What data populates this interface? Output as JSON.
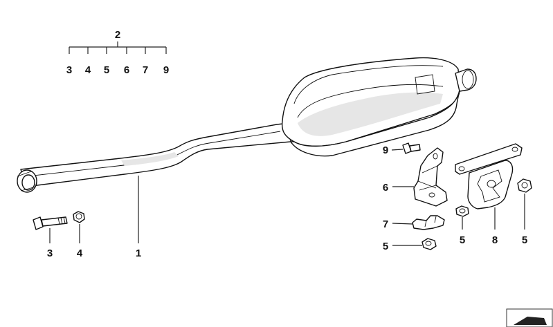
{
  "callouts": {
    "group_header": "2",
    "group_items": [
      "3",
      "4",
      "5",
      "6",
      "7",
      "9"
    ],
    "bolt_left": "3",
    "nut_left": "4",
    "muffler_pipe": "1",
    "bolt_small": "9",
    "bracket": "6",
    "clamp": "7",
    "nut_bottom": "5",
    "nut_mid": "5",
    "hanger": "8",
    "nut_right": "5"
  }
}
